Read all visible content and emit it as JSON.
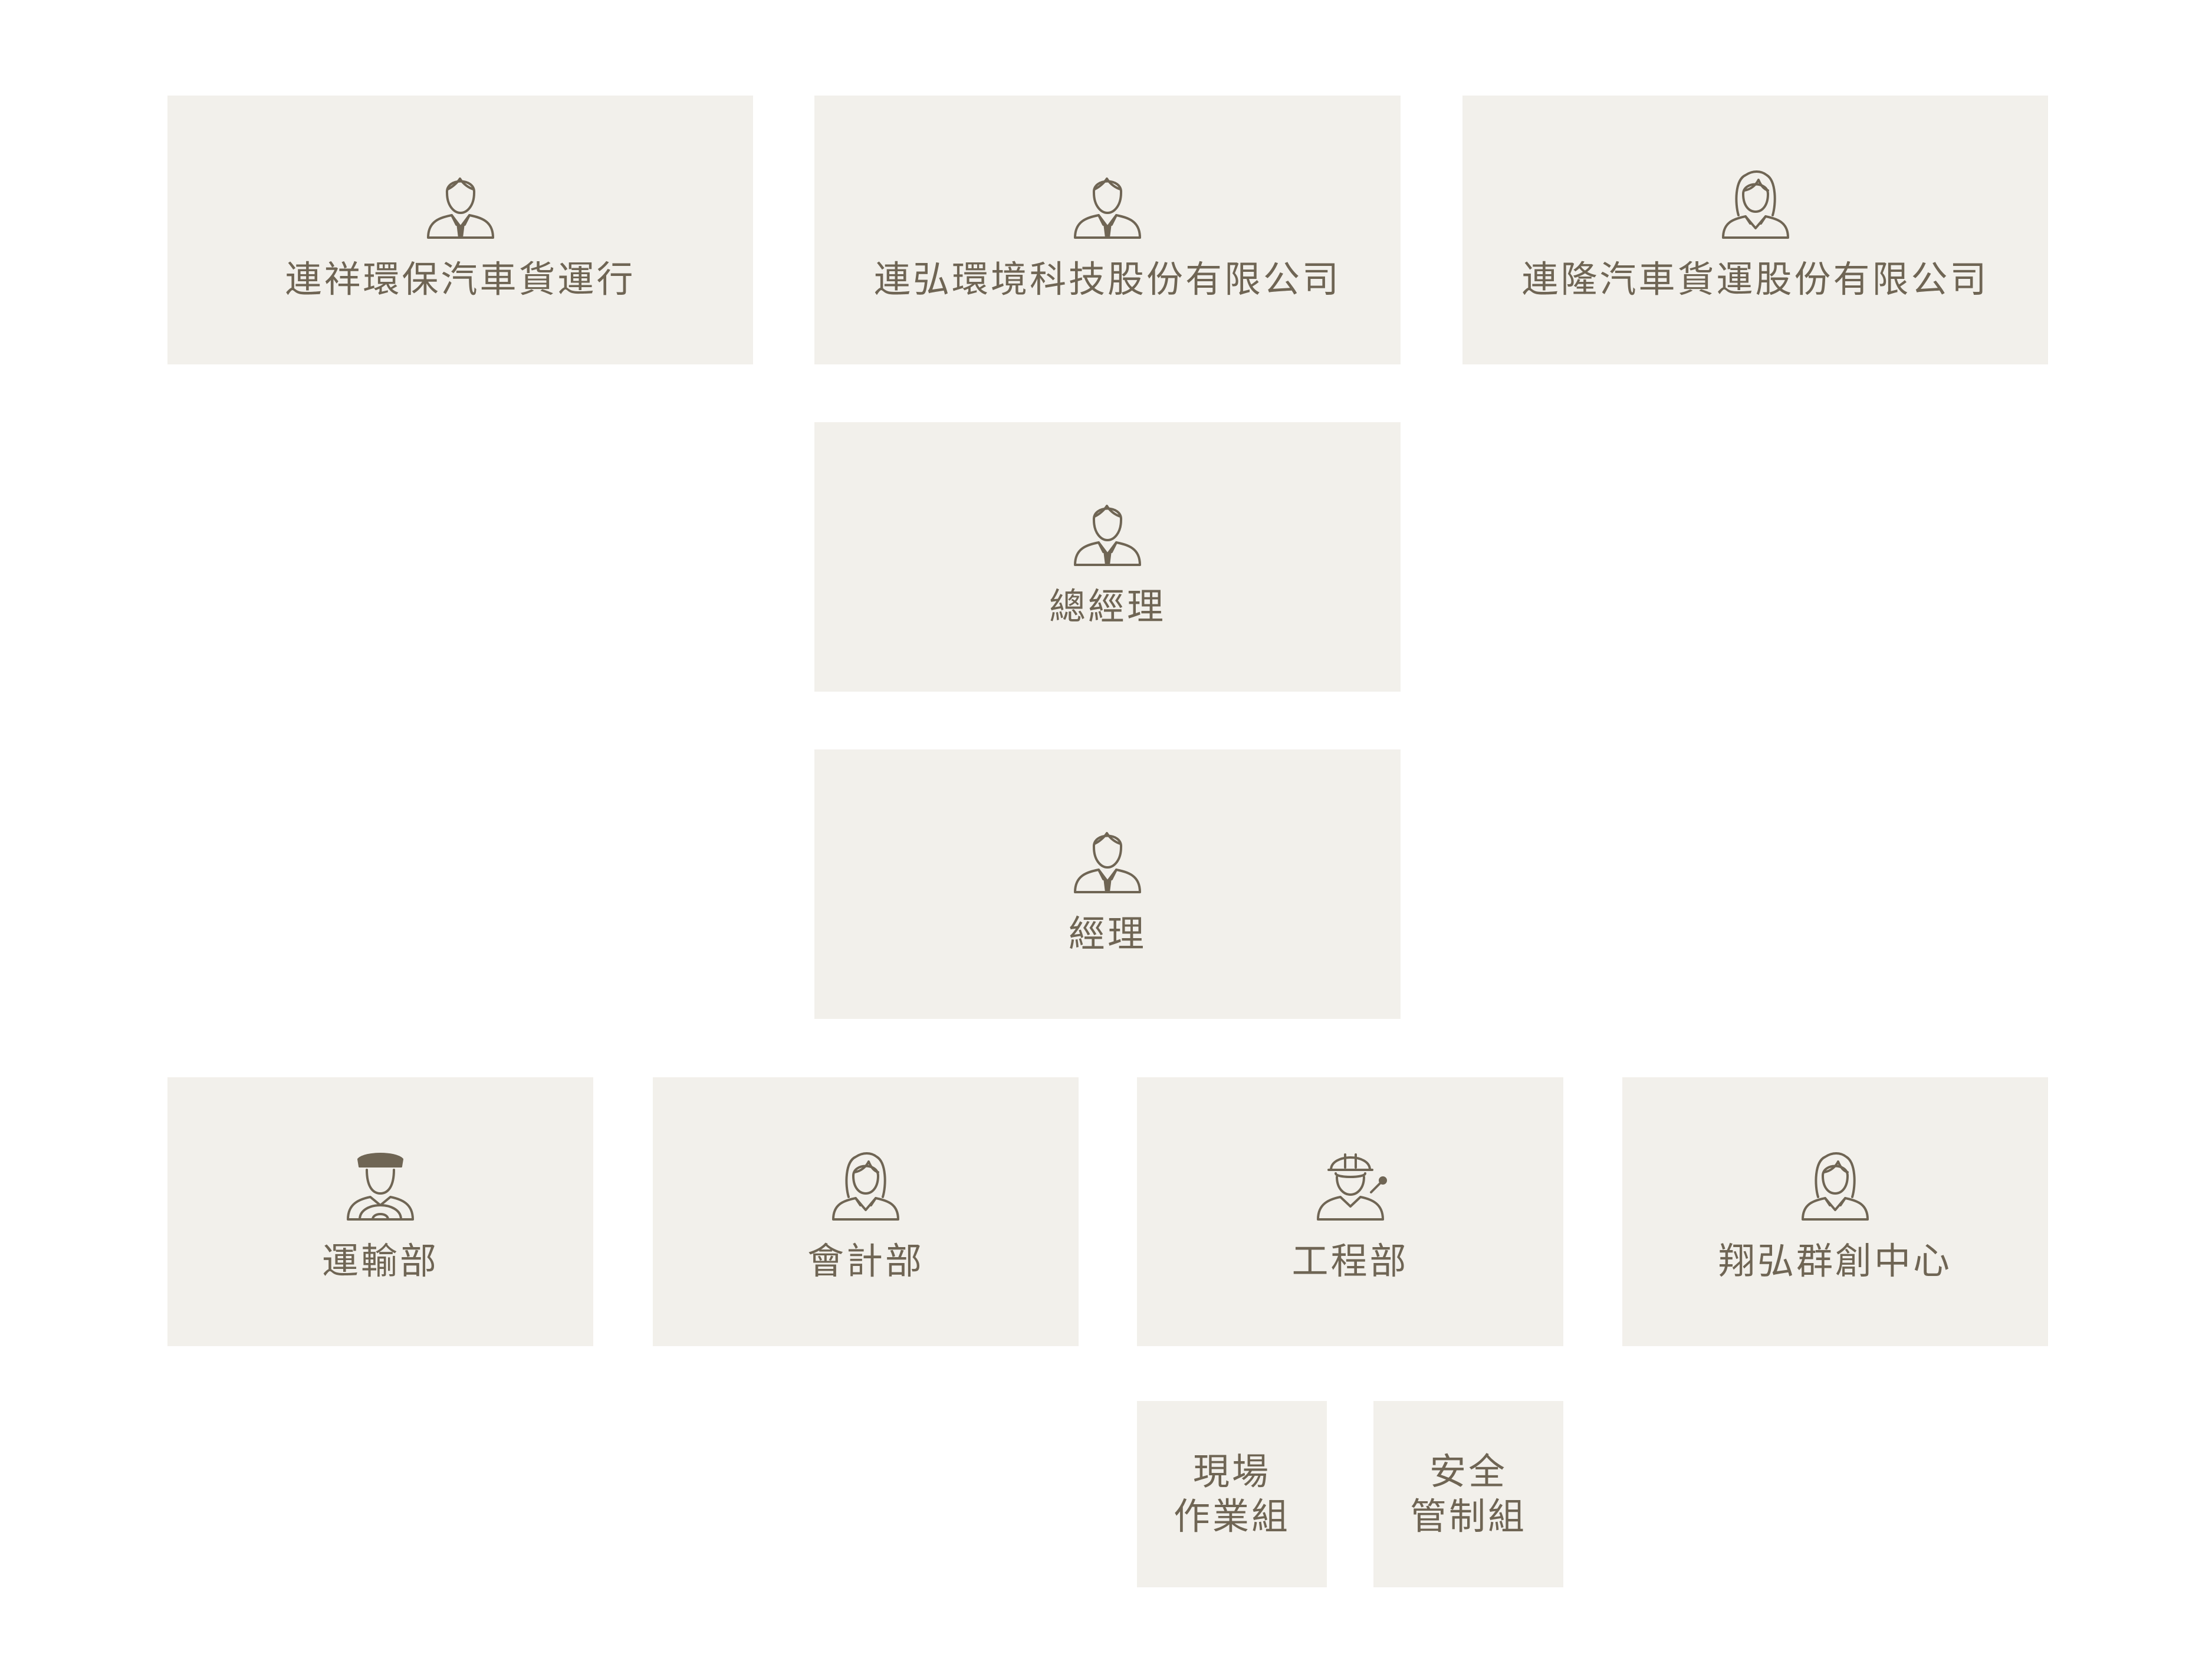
{
  "colors": {
    "box_background": "#f2f0eb",
    "text": "#6f6554",
    "icon_stroke": "#6f6554"
  },
  "org_chart": {
    "affiliates": [
      {
        "label": "連祥環保汽車貨運行",
        "icon": "businessman-icon"
      },
      {
        "label": "連弘環境科技股份有限公司",
        "icon": "businessman-icon"
      },
      {
        "label": "連隆汽車貨運股份有限公司",
        "icon": "businesswoman-icon"
      }
    ],
    "general_manager": {
      "label": "總經理",
      "icon": "businessman-icon"
    },
    "manager": {
      "label": "經理",
      "icon": "businessman-icon"
    },
    "departments": [
      {
        "label": "運輸部",
        "icon": "driver-icon"
      },
      {
        "label": "會計部",
        "icon": "businesswoman-icon"
      },
      {
        "label": "工程部",
        "icon": "engineer-icon"
      },
      {
        "label": "翔弘群創中心",
        "icon": "businesswoman-icon"
      }
    ],
    "engineering_units": [
      {
        "line1": "現場",
        "line2": "作業組"
      },
      {
        "line1": "安全",
        "line2": "管制組"
      }
    ]
  }
}
